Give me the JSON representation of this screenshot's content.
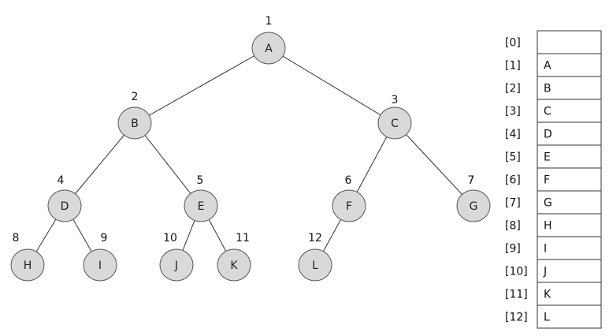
{
  "tree": {
    "nodes": [
      {
        "index": "1",
        "label": "A"
      },
      {
        "index": "2",
        "label": "B"
      },
      {
        "index": "3",
        "label": "C"
      },
      {
        "index": "4",
        "label": "D"
      },
      {
        "index": "5",
        "label": "E"
      },
      {
        "index": "6",
        "label": "F"
      },
      {
        "index": "7",
        "label": "G"
      },
      {
        "index": "8",
        "label": "H"
      },
      {
        "index": "9",
        "label": "I"
      },
      {
        "index": "10",
        "label": "J"
      },
      {
        "index": "11",
        "label": "K"
      },
      {
        "index": "12",
        "label": "L"
      }
    ],
    "edges": [
      [
        "A",
        "B"
      ],
      [
        "A",
        "C"
      ],
      [
        "B",
        "D"
      ],
      [
        "B",
        "E"
      ],
      [
        "C",
        "F"
      ],
      [
        "C",
        "G"
      ],
      [
        "D",
        "H"
      ],
      [
        "D",
        "I"
      ],
      [
        "E",
        "J"
      ],
      [
        "E",
        "K"
      ],
      [
        "F",
        "L"
      ]
    ]
  },
  "array": [
    {
      "index": "[0]",
      "value": ""
    },
    {
      "index": "[1]",
      "value": "A"
    },
    {
      "index": "[2]",
      "value": "B"
    },
    {
      "index": "[3]",
      "value": "C"
    },
    {
      "index": "[4]",
      "value": "D"
    },
    {
      "index": "[5]",
      "value": "E"
    },
    {
      "index": "[6]",
      "value": "F"
    },
    {
      "index": "[7]",
      "value": "G"
    },
    {
      "index": "[8]",
      "value": "H"
    },
    {
      "index": "[9]",
      "value": "I"
    },
    {
      "index": "[10]",
      "value": "J"
    },
    {
      "index": "[11]",
      "value": "K"
    },
    {
      "index": "[12]",
      "value": "L"
    }
  ],
  "colors": {
    "node_fill": "#d9d9d9",
    "node_stroke": "#555555",
    "edge": "#333333",
    "text": "#111111"
  }
}
